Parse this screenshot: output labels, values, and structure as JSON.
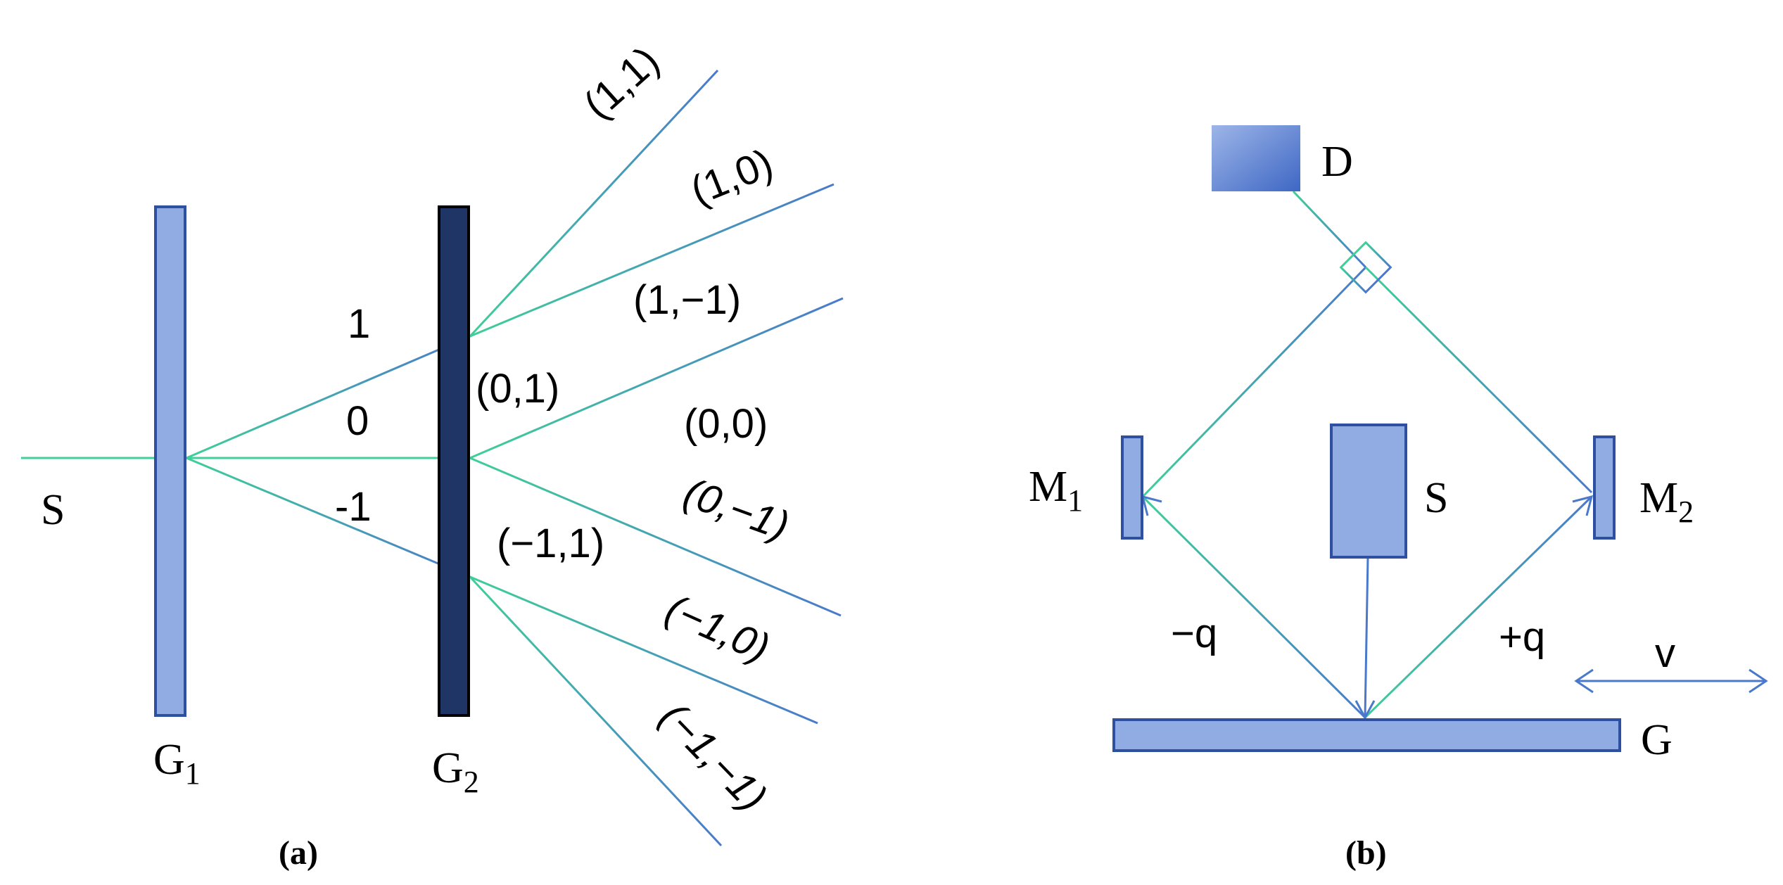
{
  "colors": {
    "grating_light": "#91ACE3",
    "grating_dark": "#1F3566",
    "outline": "#2F4FA0",
    "beam_green": "#3FCF98",
    "beam_blue": "#4A79CC"
  },
  "panel_a": {
    "caption": "(a)",
    "source": "S",
    "grating1": {
      "base": "G",
      "sub": "1"
    },
    "grating2": {
      "base": "G",
      "sub": "2"
    },
    "orders_g1": [
      "1",
      "0",
      "-1"
    ],
    "orders_g2": [
      "(1,1)",
      "(1,0)",
      "(1,−1)",
      "(0,1)",
      "(0,0)",
      "(0,−1)",
      "(−1,1)",
      "(−1,0)",
      "(−1,−1)"
    ]
  },
  "panel_b": {
    "caption": "(b)",
    "detector": "D",
    "source": "S",
    "mirror1": {
      "base": "M",
      "sub": "1"
    },
    "mirror2": {
      "base": "M",
      "sub": "2"
    },
    "grating": "G",
    "minus_q": "−q",
    "plus_q": "+q",
    "velocity": "v"
  }
}
